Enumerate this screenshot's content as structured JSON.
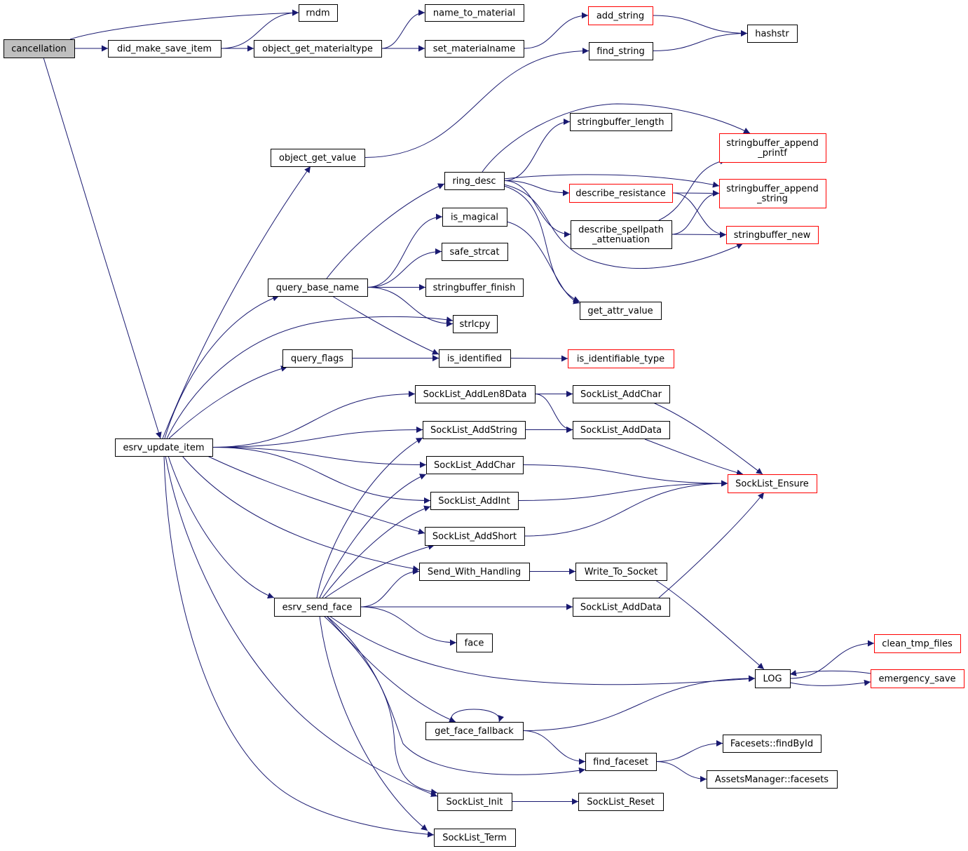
{
  "diagram": {
    "type": "call-graph",
    "colors": {
      "edge": "#191970",
      "root_fill": "#bfbfbf",
      "truncated_border": "#ff0000",
      "node_border": "#000000"
    },
    "nodes": [
      {
        "id": "cancellation",
        "label": "cancellation",
        "root": true
      },
      {
        "id": "rndm",
        "label": "rndm"
      },
      {
        "id": "did_make_save_item",
        "label": "did_make_save_item"
      },
      {
        "id": "name_to_material",
        "label": "name_to_material"
      },
      {
        "id": "object_get_materialtype",
        "label": "object_get_materialtype"
      },
      {
        "id": "set_materialname",
        "label": "set_materialname"
      },
      {
        "id": "add_string",
        "label": "add_string",
        "truncated": true
      },
      {
        "id": "hashstr",
        "label": "hashstr"
      },
      {
        "id": "find_string",
        "label": "find_string"
      },
      {
        "id": "object_get_value",
        "label": "object_get_value"
      },
      {
        "id": "stringbuffer_length",
        "label": "stringbuffer_length"
      },
      {
        "id": "stringbuffer_append_printf",
        "label": [
          "stringbuffer_append",
          "_printf"
        ],
        "truncated": true
      },
      {
        "id": "ring_desc",
        "label": "ring_desc"
      },
      {
        "id": "describe_resistance",
        "label": "describe_resistance",
        "truncated": true
      },
      {
        "id": "stringbuffer_append_string",
        "label": [
          "stringbuffer_append",
          "_string"
        ],
        "truncated": true
      },
      {
        "id": "is_magical",
        "label": "is_magical"
      },
      {
        "id": "describe_spellpath_attenuation",
        "label": [
          "describe_spellpath",
          "_attenuation"
        ]
      },
      {
        "id": "stringbuffer_new",
        "label": "stringbuffer_new",
        "truncated": true
      },
      {
        "id": "safe_strcat",
        "label": "safe_strcat"
      },
      {
        "id": "query_base_name",
        "label": "query_base_name"
      },
      {
        "id": "stringbuffer_finish",
        "label": "stringbuffer_finish"
      },
      {
        "id": "get_attr_value",
        "label": "get_attr_value"
      },
      {
        "id": "strlcpy",
        "label": "strlcpy"
      },
      {
        "id": "query_flags",
        "label": "query_flags"
      },
      {
        "id": "is_identified",
        "label": "is_identified"
      },
      {
        "id": "is_identifiable_type",
        "label": "is_identifiable_type",
        "truncated": true
      },
      {
        "id": "SockList_AddLen8Data",
        "label": "SockList_AddLen8Data"
      },
      {
        "id": "SockList_AddChar_r",
        "label": "SockList_AddChar"
      },
      {
        "id": "SockList_AddString",
        "label": "SockList_AddString"
      },
      {
        "id": "SockList_AddData_r",
        "label": "SockList_AddData"
      },
      {
        "id": "esrv_update_item",
        "label": "esrv_update_item"
      },
      {
        "id": "SockList_AddChar",
        "label": "SockList_AddChar"
      },
      {
        "id": "SockList_Ensure",
        "label": "SockList_Ensure",
        "truncated": true
      },
      {
        "id": "SockList_AddInt",
        "label": "SockList_AddInt"
      },
      {
        "id": "SockList_AddShort",
        "label": "SockList_AddShort"
      },
      {
        "id": "Send_With_Handling",
        "label": "Send_With_Handling"
      },
      {
        "id": "Write_To_Socket",
        "label": "Write_To_Socket"
      },
      {
        "id": "esrv_send_face",
        "label": "esrv_send_face"
      },
      {
        "id": "SockList_AddData",
        "label": "SockList_AddData"
      },
      {
        "id": "face",
        "label": "face"
      },
      {
        "id": "clean_tmp_files",
        "label": "clean_tmp_files",
        "truncated": true
      },
      {
        "id": "LOG",
        "label": "LOG"
      },
      {
        "id": "emergency_save",
        "label": "emergency_save",
        "truncated": true
      },
      {
        "id": "get_face_fallback",
        "label": "get_face_fallback"
      },
      {
        "id": "Facesets_findById",
        "label": "Facesets::findById"
      },
      {
        "id": "find_faceset",
        "label": "find_faceset"
      },
      {
        "id": "AssetsManager_facesets",
        "label": "AssetsManager::facesets"
      },
      {
        "id": "SockList_Init",
        "label": "SockList_Init"
      },
      {
        "id": "SockList_Reset",
        "label": "SockList_Reset"
      },
      {
        "id": "SockList_Term",
        "label": "SockList_Term"
      }
    ],
    "edges": [
      {
        "from": "cancellation",
        "to": "did_make_save_item"
      },
      {
        "from": "cancellation",
        "to": "rndm"
      },
      {
        "from": "cancellation",
        "to": "esrv_update_item"
      },
      {
        "from": "did_make_save_item",
        "to": "rndm"
      },
      {
        "from": "did_make_save_item",
        "to": "object_get_materialtype"
      },
      {
        "from": "object_get_materialtype",
        "to": "name_to_material"
      },
      {
        "from": "object_get_materialtype",
        "to": "set_materialname"
      },
      {
        "from": "set_materialname",
        "to": "add_string"
      },
      {
        "from": "add_string",
        "to": "hashstr"
      },
      {
        "from": "find_string",
        "to": "hashstr"
      },
      {
        "from": "object_get_value",
        "to": "find_string"
      },
      {
        "from": "esrv_update_item",
        "to": "object_get_value"
      },
      {
        "from": "esrv_update_item",
        "to": "query_base_name"
      },
      {
        "from": "esrv_update_item",
        "to": "strlcpy"
      },
      {
        "from": "esrv_update_item",
        "to": "query_flags"
      },
      {
        "from": "esrv_update_item",
        "to": "SockList_AddLen8Data"
      },
      {
        "from": "esrv_update_item",
        "to": "SockList_AddString"
      },
      {
        "from": "esrv_update_item",
        "to": "SockList_AddChar"
      },
      {
        "from": "esrv_update_item",
        "to": "SockList_AddInt"
      },
      {
        "from": "esrv_update_item",
        "to": "SockList_AddShort"
      },
      {
        "from": "esrv_update_item",
        "to": "Send_With_Handling"
      },
      {
        "from": "esrv_update_item",
        "to": "esrv_send_face"
      },
      {
        "from": "esrv_update_item",
        "to": "SockList_Init"
      },
      {
        "from": "esrv_update_item",
        "to": "SockList_Term"
      },
      {
        "from": "query_base_name",
        "to": "ring_desc"
      },
      {
        "from": "query_base_name",
        "to": "is_magical"
      },
      {
        "from": "query_base_name",
        "to": "safe_strcat"
      },
      {
        "from": "query_base_name",
        "to": "stringbuffer_finish"
      },
      {
        "from": "query_base_name",
        "to": "strlcpy"
      },
      {
        "from": "query_base_name",
        "to": "is_identified"
      },
      {
        "from": "ring_desc",
        "to": "stringbuffer_length"
      },
      {
        "from": "ring_desc",
        "to": "stringbuffer_append_printf"
      },
      {
        "from": "ring_desc",
        "to": "stringbuffer_append_string"
      },
      {
        "from": "ring_desc",
        "to": "describe_resistance"
      },
      {
        "from": "ring_desc",
        "to": "describe_spellpath_attenuation"
      },
      {
        "from": "ring_desc",
        "to": "stringbuffer_new"
      },
      {
        "from": "ring_desc",
        "to": "get_attr_value"
      },
      {
        "from": "describe_resistance",
        "to": "stringbuffer_append_string"
      },
      {
        "from": "describe_resistance",
        "to": "stringbuffer_new"
      },
      {
        "from": "describe_spellpath_attenuation",
        "to": "stringbuffer_append_printf"
      },
      {
        "from": "describe_spellpath_attenuation",
        "to": "stringbuffer_append_string"
      },
      {
        "from": "describe_spellpath_attenuation",
        "to": "stringbuffer_new"
      },
      {
        "from": "is_magical",
        "to": "get_attr_value"
      },
      {
        "from": "query_flags",
        "to": "is_identified"
      },
      {
        "from": "is_identified",
        "to": "is_identifiable_type"
      },
      {
        "from": "SockList_AddLen8Data",
        "to": "SockList_AddChar_r"
      },
      {
        "from": "SockList_AddLen8Data",
        "to": "SockList_AddData_r"
      },
      {
        "from": "SockList_AddString",
        "to": "SockList_AddData_r"
      },
      {
        "from": "SockList_AddChar_r",
        "to": "SockList_Ensure"
      },
      {
        "from": "SockList_AddData_r",
        "to": "SockList_Ensure"
      },
      {
        "from": "SockList_AddChar",
        "to": "SockList_Ensure"
      },
      {
        "from": "SockList_AddInt",
        "to": "SockList_Ensure"
      },
      {
        "from": "SockList_AddShort",
        "to": "SockList_Ensure"
      },
      {
        "from": "Send_With_Handling",
        "to": "Write_To_Socket"
      },
      {
        "from": "Write_To_Socket",
        "to": "LOG"
      },
      {
        "from": "SockList_AddData",
        "to": "SockList_Ensure"
      },
      {
        "from": "esrv_send_face",
        "to": "SockList_AddString"
      },
      {
        "from": "esrv_send_face",
        "to": "SockList_AddChar"
      },
      {
        "from": "esrv_send_face",
        "to": "SockList_AddInt"
      },
      {
        "from": "esrv_send_face",
        "to": "SockList_AddShort"
      },
      {
        "from": "esrv_send_face",
        "to": "Send_With_Handling"
      },
      {
        "from": "esrv_send_face",
        "to": "SockList_AddData"
      },
      {
        "from": "esrv_send_face",
        "to": "face"
      },
      {
        "from": "esrv_send_face",
        "to": "LOG"
      },
      {
        "from": "esrv_send_face",
        "to": "get_face_fallback"
      },
      {
        "from": "esrv_send_face",
        "to": "find_faceset"
      },
      {
        "from": "esrv_send_face",
        "to": "SockList_Init"
      },
      {
        "from": "esrv_send_face",
        "to": "SockList_Term"
      },
      {
        "from": "get_face_fallback",
        "to": "get_face_fallback"
      },
      {
        "from": "get_face_fallback",
        "to": "LOG"
      },
      {
        "from": "get_face_fallback",
        "to": "find_faceset"
      },
      {
        "from": "find_faceset",
        "to": "Facesets_findById"
      },
      {
        "from": "find_faceset",
        "to": "AssetsManager_facesets"
      },
      {
        "from": "LOG",
        "to": "clean_tmp_files"
      },
      {
        "from": "LOG",
        "to": "emergency_save"
      },
      {
        "from": "emergency_save",
        "to": "LOG"
      },
      {
        "from": "SockList_Init",
        "to": "SockList_Reset"
      }
    ]
  }
}
